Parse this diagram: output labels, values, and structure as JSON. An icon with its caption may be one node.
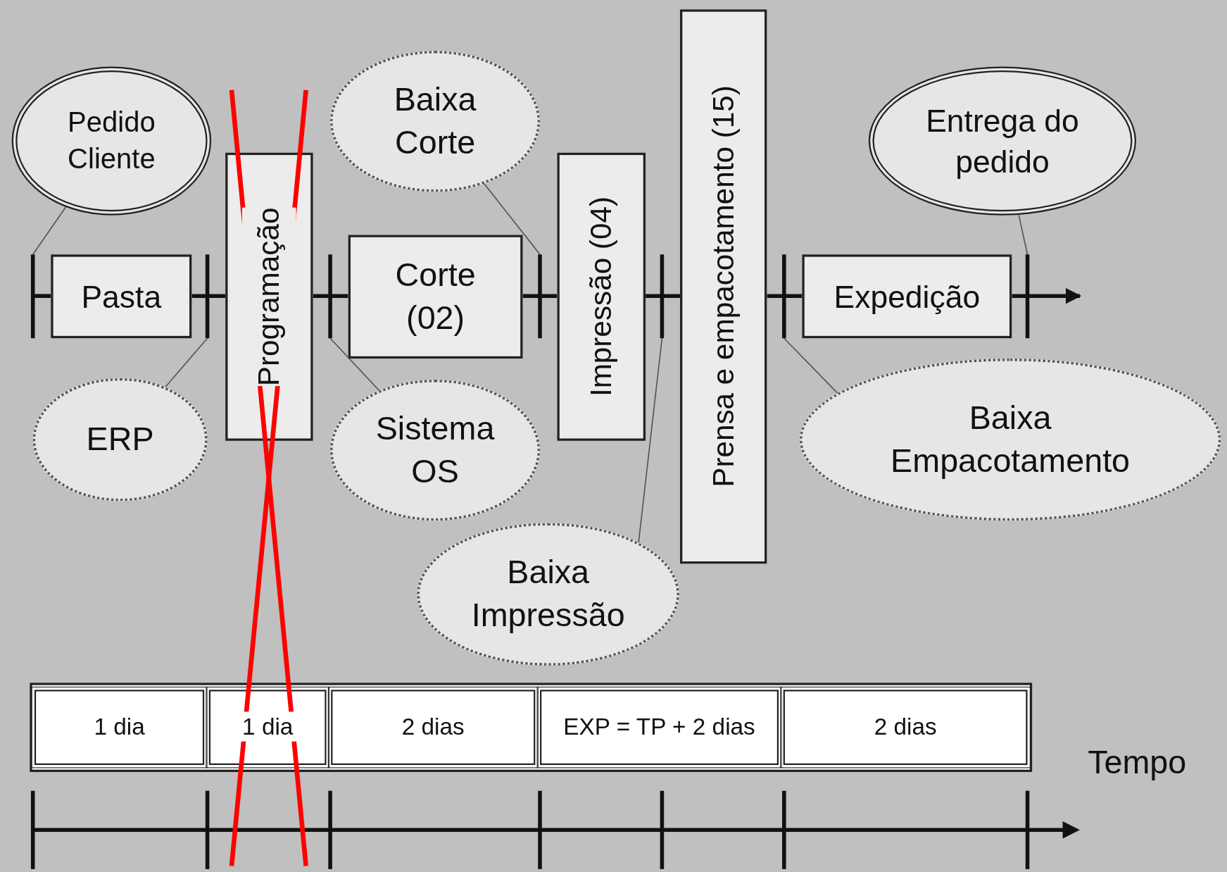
{
  "diagram": {
    "nodes": [
      {
        "text": [
          "Pedido Cliente"
        ]
      },
      {
        "text": [
          "Pasta"
        ]
      },
      {
        "text": [
          "ERP"
        ]
      },
      {
        "text": [
          "Programação"
        ]
      },
      {
        "text": [
          "Baixa Corte"
        ]
      },
      {
        "text": [
          "Corte (02)"
        ]
      },
      {
        "text": [
          "Sistema OS"
        ]
      },
      {
        "text": [
          "Impressão (04)"
        ]
      },
      {
        "text": [
          "Baixa Impressão"
        ]
      },
      {
        "text": [
          "Prensa e empacotamento (15)"
        ]
      },
      {
        "text": [
          "Expedição"
        ]
      },
      {
        "text": [
          "Entrega do pedido"
        ]
      },
      {
        "text": [
          "Baixa Empacotamento"
        ]
      }
    ],
    "edges": [
      {
        "from": null,
        "to": 1,
        "arrow": "none",
        "style": "thick"
      },
      {
        "from": 1,
        "to": 3,
        "arrow": "none",
        "style": "thick"
      },
      {
        "from": 3,
        "to": 5,
        "arrow": "none",
        "style": "thick"
      },
      {
        "from": 5,
        "to": 7,
        "arrow": "none",
        "style": "thick"
      },
      {
        "from": 7,
        "to": 9,
        "arrow": "none",
        "style": "thick"
      },
      {
        "from": 9,
        "to": 10,
        "arrow": "none",
        "style": "thick"
      },
      {
        "from": 10,
        "to": null,
        "arrow": "to",
        "style": "thick"
      },
      {
        "from": 0,
        "to": null,
        "arrow": "none"
      },
      {
        "from": 2,
        "to": null,
        "arrow": "none"
      },
      {
        "from": 4,
        "to": null,
        "arrow": "none"
      },
      {
        "from": 6,
        "to": null,
        "arrow": "none"
      },
      {
        "from": 8,
        "to": null,
        "arrow": "none"
      },
      {
        "from": 12,
        "to": null,
        "arrow": "none"
      },
      {
        "from": 11,
        "to": null,
        "arrow": "none"
      }
    ],
    "labels": [
      "1 dia",
      "1 dia",
      "2 dias",
      "EXP = TP + 2 dias",
      "2 dias",
      "Tempo"
    ]
  }
}
